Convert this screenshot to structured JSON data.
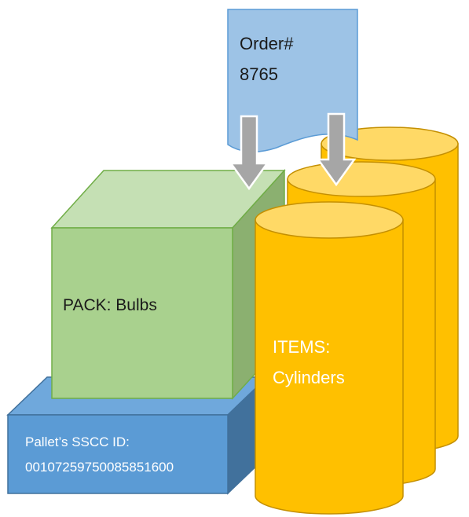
{
  "order": {
    "line1": "Order#",
    "line2": "8765",
    "fill": "#9dc3e6"
  },
  "pack": {
    "label": "PACK: Bulbs",
    "front_color": "#a9d18e",
    "top_color": "#c5e0b4",
    "side_color": "#8bb070"
  },
  "items": {
    "line1": "ITEMS:",
    "line2": "Cylinders",
    "color": "#ffc000",
    "top_color": "#ffd966"
  },
  "pallet": {
    "line1": "Pallet’s SSCC ID:",
    "line2": "00107259750085851600",
    "front_color": "#5b9bd5",
    "top_color": "#6fa8dc",
    "side_color": "#41719c"
  },
  "arrow_color": "#a6a6a6"
}
